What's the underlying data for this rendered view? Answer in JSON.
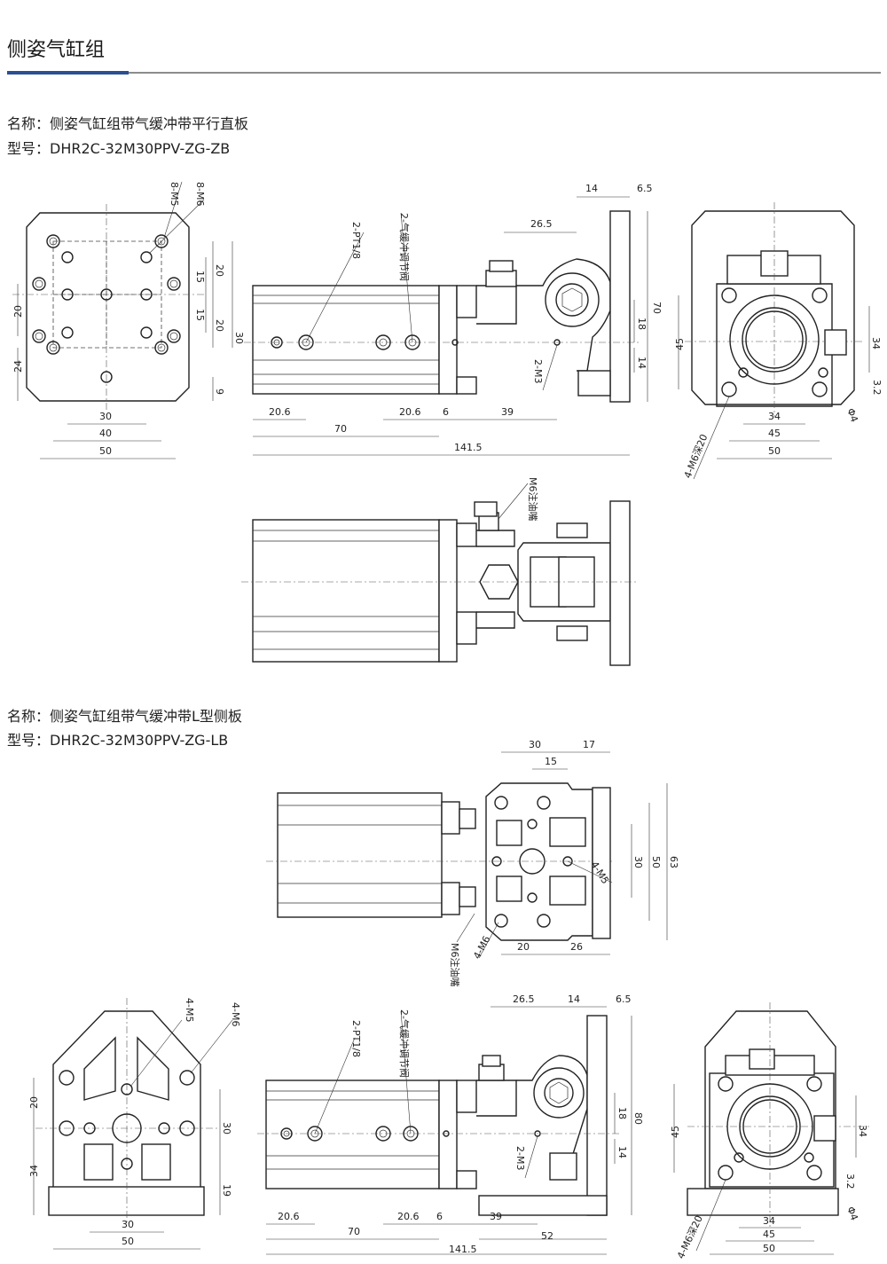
{
  "header": {
    "title": "侧姿气缸组"
  },
  "product1": {
    "name_label": "名称：",
    "name": "侧姿气缸组带气缓冲带平行直板",
    "model_label": "型号：",
    "model": "DHR2C-32M30PPV-ZG-ZB"
  },
  "product2": {
    "name_label": "名称：",
    "name": "侧姿气缸组带气缓冲带L型侧板",
    "model_label": "型号：",
    "model": "DHR2C-32M30PPV-ZG-LB"
  },
  "d1": {
    "front": {
      "m5": "8-M5",
      "m6": "8-M6",
      "d20a": "20",
      "d15a": "15",
      "d15b": "15",
      "d20b": "20",
      "d30": "30",
      "d9": "9",
      "l20": "20",
      "l24": "24",
      "b30": "30",
      "b40": "40",
      "b50": "50"
    },
    "side": {
      "pt": "2-PT1/8",
      "valve": "2-气缓冲调节阀",
      "d14": "14",
      "d65": "6.5",
      "d265": "26.5",
      "d70": "70",
      "d18": "18",
      "d14b": "14",
      "m3": "2-M3",
      "d206a": "20.6",
      "d206b": "20.6",
      "d6": "6",
      "d39": "39",
      "d70b": "70",
      "d1415": "141.5"
    },
    "end": {
      "d45": "45",
      "d34": "34",
      "d32": "3.2",
      "phi4": "Φ4",
      "b34": "34",
      "b45": "45",
      "b50": "50",
      "m6d": "4-M6深20"
    },
    "top": {
      "oil": "M6注油嘴"
    }
  },
  "d2": {
    "plate": {
      "t30": "30",
      "t17": "17",
      "t15": "15",
      "m5": "4-M5",
      "v30": "30",
      "v50": "50",
      "v63": "63",
      "m6": "4-M6",
      "oil": "M6注油嘴",
      "b20": "20",
      "b26": "26"
    },
    "front": {
      "m5": "4-M5",
      "m6": "4-M6",
      "l20": "20",
      "l34": "34",
      "r30": "30",
      "r19": "19",
      "b30": "30",
      "b50": "50"
    },
    "side": {
      "pt": "2-PT1/8",
      "valve": "2-气缓冲调节阀",
      "d265": "26.5",
      "d14": "14",
      "d65": "6.5",
      "d80": "80",
      "d18": "18",
      "d14b": "14",
      "m3": "2-M3",
      "d206a": "20.6",
      "d206b": "20.6",
      "d6": "6",
      "d39": "39",
      "d70": "70",
      "d52": "52",
      "d1415": "141.5"
    },
    "end": {
      "d45": "45",
      "d34": "34",
      "d32": "3.2",
      "phi4": "Φ4",
      "b34": "34",
      "b45": "45",
      "b50": "50",
      "m6d": "4-M6深20"
    }
  }
}
